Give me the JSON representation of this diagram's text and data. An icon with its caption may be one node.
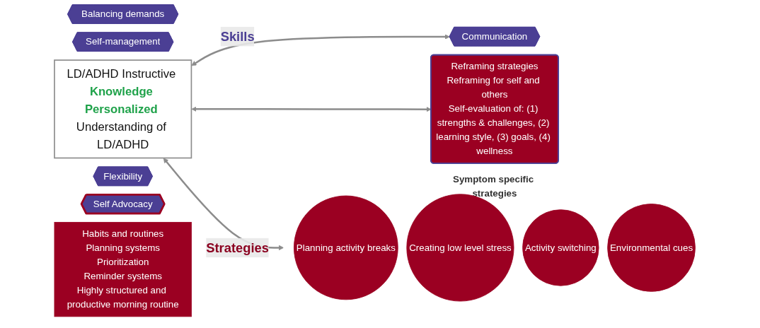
{
  "diagram": {
    "nodes": [
      {
        "text": [
          "LD/ADHD Instructive **Knowledge** **Personalized** Understanding of LD/ADHD"
        ]
      },
      {
        "text": [
          "Symptom specific strategies"
        ]
      },
      {
        "text": [
          "Planning activity breaks"
        ],
        "in": 1
      },
      {
        "text": [
          "Creating low level stress"
        ],
        "in": 1
      },
      {
        "text": [
          "Activity switching"
        ],
        "in": 1
      },
      {
        "text": [
          "Environmental cues"
        ],
        "in": 1
      },
      {
        "text": [
          "Reframing strategies",
          "Reframing for self and others",
          "Self-evaluation of: (1) strengths & challenges, (2) learning style, (3) goals, (4) wellness"
        ]
      },
      {
        "text": [
          "Communication"
        ]
      },
      {
        "text": [
          "Balancing demands"
        ]
      },
      {
        "text": [
          "Self-management"
        ]
      },
      {
        "text": [
          "Flexibility"
        ]
      },
      {
        "text": [
          "Self Advocacy"
        ]
      },
      {
        "text": [
          "Habits and routines",
          "Planning systems",
          "Prioritization",
          "Reminder systems",
          "Highly structured and productive morning routine"
        ]
      }
    ],
    "edges": [
      {
        "from": 0,
        "to": 7,
        "arrow": "both",
        "label": "Skills"
      },
      {
        "from": 0,
        "to": 1,
        "arrow": "both",
        "label": "Strategies"
      },
      {
        "from": 0,
        "to": 6,
        "arrow": "both"
      }
    ]
  }
}
